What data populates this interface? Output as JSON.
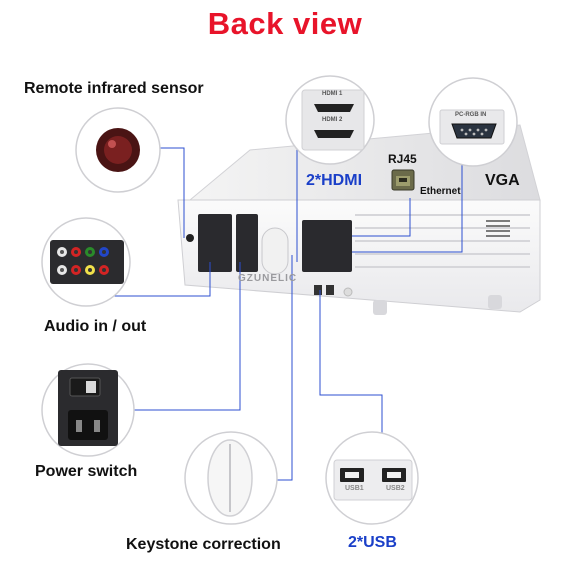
{
  "header": {
    "title": "Back view"
  },
  "labels": {
    "remote_sensor": "Remote infrared sensor",
    "audio": "Audio in / out",
    "power": "Power switch",
    "keystone": "Keystone correction",
    "hdmi": "2*HDMI",
    "rj45": "RJ45",
    "ethernet": "Ethernet",
    "vga": "VGA",
    "usb": "2*USB"
  },
  "ports": {
    "hdmi1": "HDMI 1",
    "hdmi2": "HDMI 2",
    "vga_port": "PC-RGB IN",
    "usb1": "USB1",
    "usb2": "USB2"
  },
  "brand": "GZUNELIC",
  "colors": {
    "title": "#e8142a",
    "accent_blue": "#1a3fc8",
    "leader_line": "#2c4fd0"
  }
}
